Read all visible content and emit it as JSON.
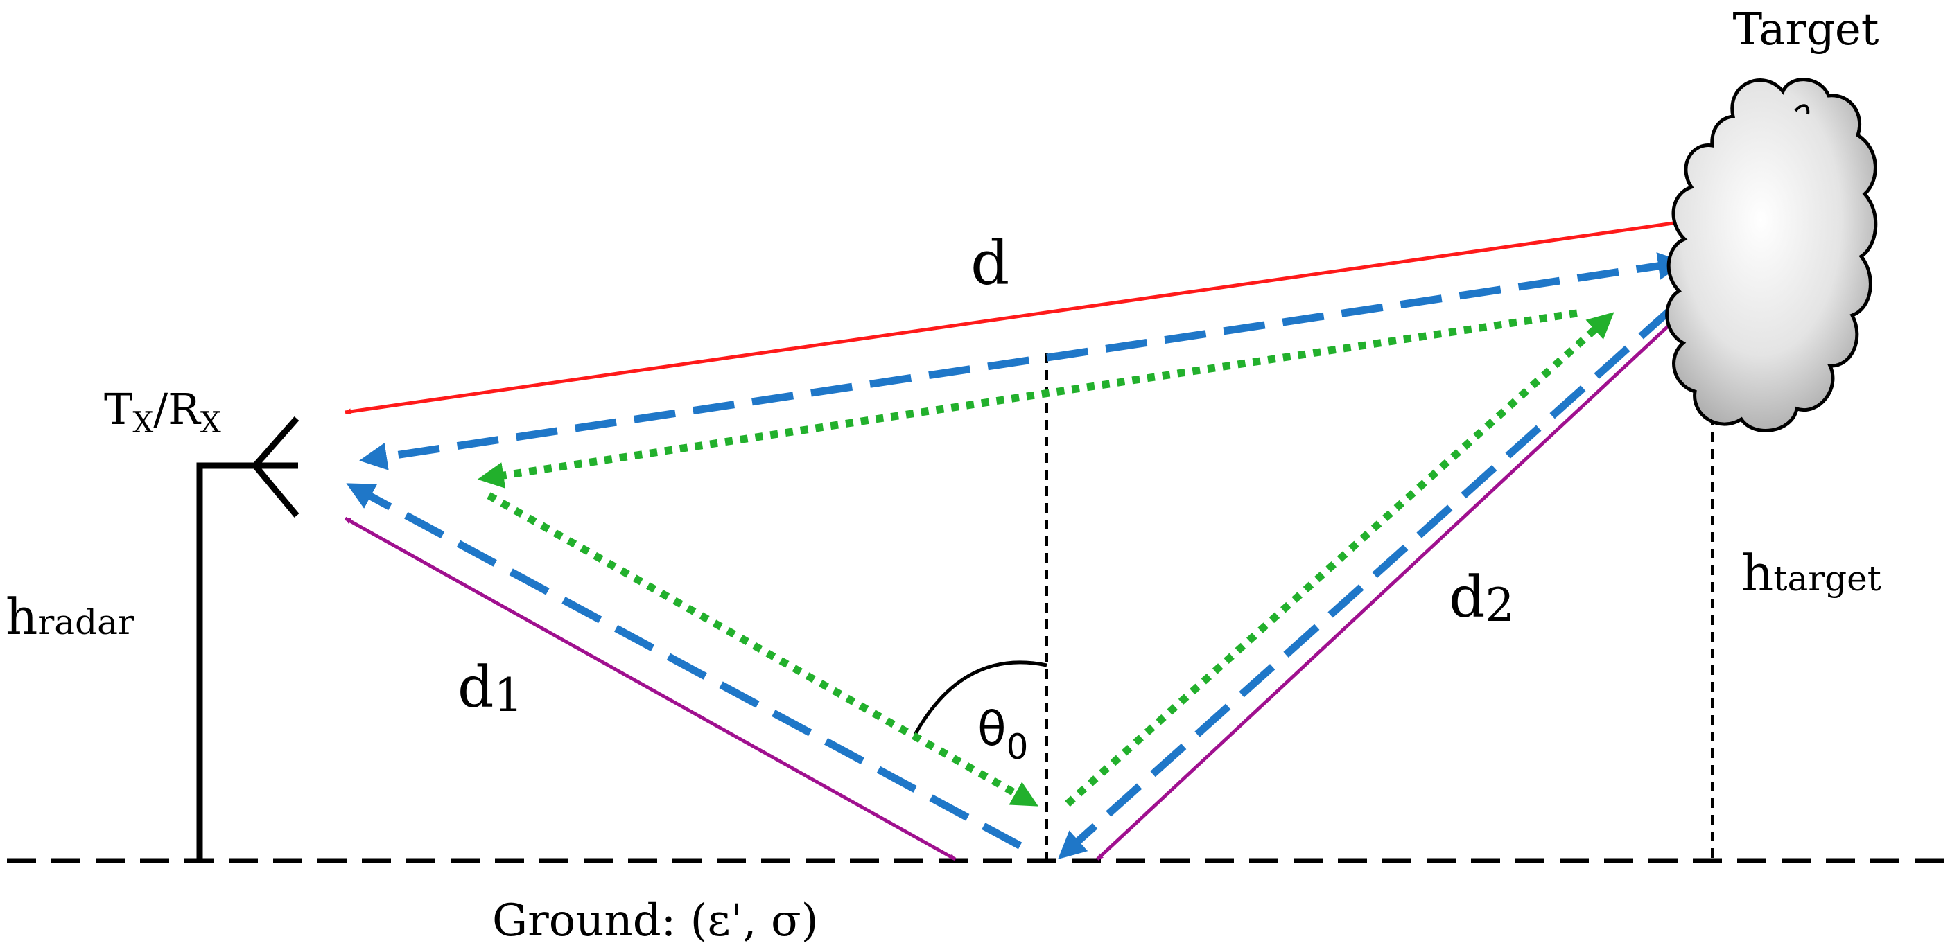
{
  "labels": {
    "target": "Target",
    "radar_T": "T",
    "radar_sub1": "X",
    "radar_slash": "/R",
    "radar_sub2": "X",
    "d": "d",
    "d1_main": "d",
    "d1_sub": "1",
    "d2_main": "d",
    "d2_sub": "2",
    "h_radar_main": "h",
    "h_radar_sub": "radar",
    "h_target_main": "h",
    "h_target_sub": "target",
    "theta_main": "θ",
    "theta_sub": "0",
    "ground": "Ground: (ε', σ)"
  },
  "colors": {
    "direct_path": "#ff1a1a",
    "dashed_path": "#1f77c8",
    "dotted_path": "#22b02c",
    "ground_path": "#a0108f",
    "ink": "#000000"
  },
  "icons": {
    "antenna": "antenna-icon",
    "target": "cloud-target-icon"
  }
}
